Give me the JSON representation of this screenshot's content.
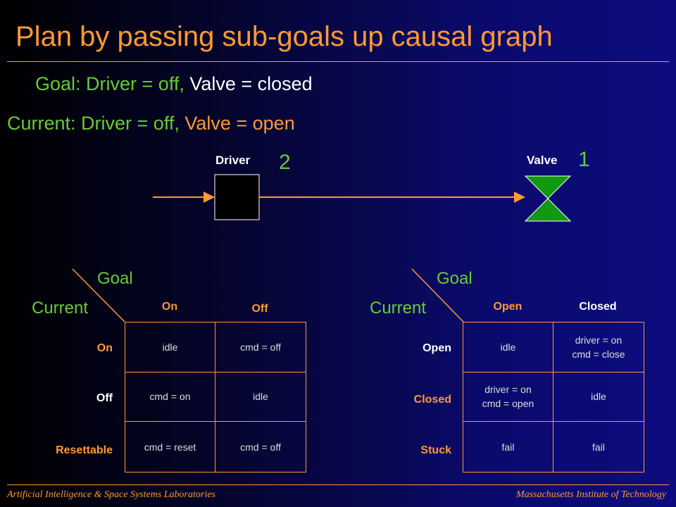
{
  "slide": {
    "title": "Plan by passing sub-goals up causal graph",
    "goal_line": {
      "prefix": "Goal: Driver = off,",
      "rest": " Valve = closed"
    },
    "current_line": {
      "prefix": "Current: Driver = off,",
      "rest": " Valve = open"
    }
  },
  "diagram": {
    "driver_label": "Driver",
    "driver_order": "2",
    "valve_label": "Valve",
    "valve_order": "1"
  },
  "driver_table": {
    "goal_label": "Goal",
    "current_label": "Current",
    "columns": [
      "On",
      "Off"
    ],
    "rows": [
      "On",
      "Off",
      "Resettable"
    ],
    "cells": [
      [
        "idle",
        "cmd = off"
      ],
      [
        "cmd = on",
        "idle"
      ],
      [
        "cmd = reset",
        "cmd = off"
      ]
    ]
  },
  "valve_table": {
    "goal_label": "Goal",
    "current_label": "Current",
    "columns": [
      "Open",
      "Closed"
    ],
    "rows": [
      "Open",
      "Closed",
      "Stuck"
    ],
    "cells": [
      [
        "idle",
        "driver = on\ncmd = close"
      ],
      [
        "driver = on\ncmd = open",
        "idle"
      ],
      [
        "fail",
        "fail"
      ]
    ]
  },
  "footer": {
    "left": "Artificial Intelligence & Space Systems Laboratories",
    "right": "Massachusetts Institute of Technology"
  },
  "colors": {
    "accent": "#ff9933",
    "green": "#66cc33",
    "valve_fill": "#119911"
  }
}
